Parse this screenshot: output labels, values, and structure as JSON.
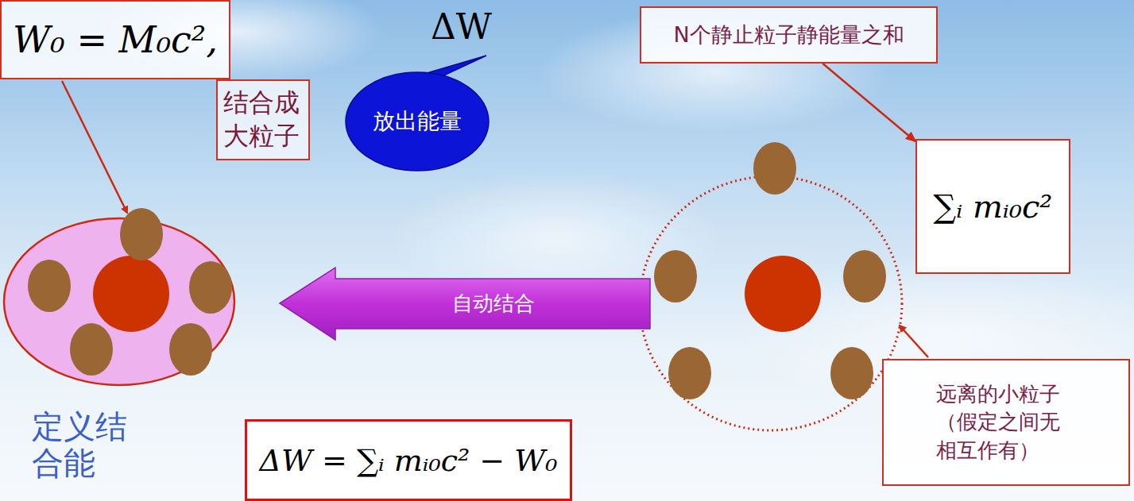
{
  "diagram": {
    "nodes": [
      {
        "text": [
          "W₀ = M₀c²,"
        ]
      },
      {
        "text": [
          "结合成 大粒子"
        ]
      },
      {
        "text": [
          "ΔW",
          "放出能量"
        ]
      },
      {
        "text": [
          "N个静止粒子静能量之和"
        ]
      },
      {
        "text": [
          "∑ᵢ mᵢ₀c²"
        ]
      },
      {
        "text": [
          "自动结合"
        ]
      },
      {
        "text": [
          "ΔW = ∑ᵢ mᵢ₀c² − W₀"
        ]
      },
      {
        "text": [
          "远离的小粒子 （假定之间无 相互作有）"
        ]
      }
    ],
    "edges": [
      {
        "from": 3,
        "to": 4,
        "arrow": "to"
      }
    ],
    "labels": [
      "定义结 合能"
    ]
  }
}
